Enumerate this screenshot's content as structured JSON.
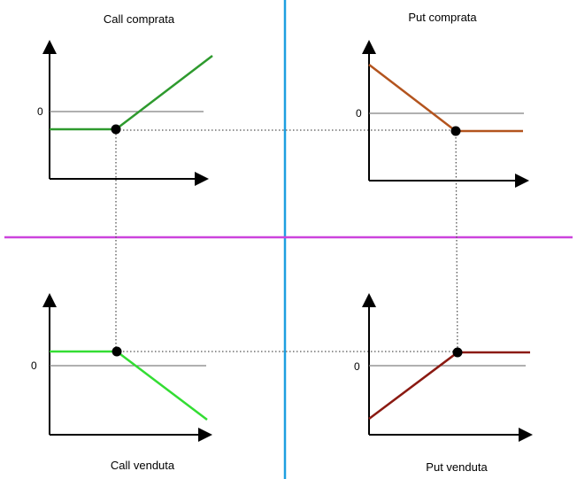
{
  "panels": {
    "call_buy": {
      "title": "Call comprata",
      "zero_label": "0",
      "line_color": "#2e9a2e"
    },
    "put_buy": {
      "title": "Put comprata",
      "zero_label": "0",
      "line_color": "#b3541e"
    },
    "call_sell": {
      "title": "Call venduta",
      "zero_label": "0",
      "line_color": "#33dd33"
    },
    "put_sell": {
      "title": "Put venduta",
      "zero_label": "0",
      "line_color": "#8b1a12"
    }
  },
  "dividers": {
    "vertical_color": "#1e9fe0",
    "horizontal_color": "#cc44dd"
  }
}
